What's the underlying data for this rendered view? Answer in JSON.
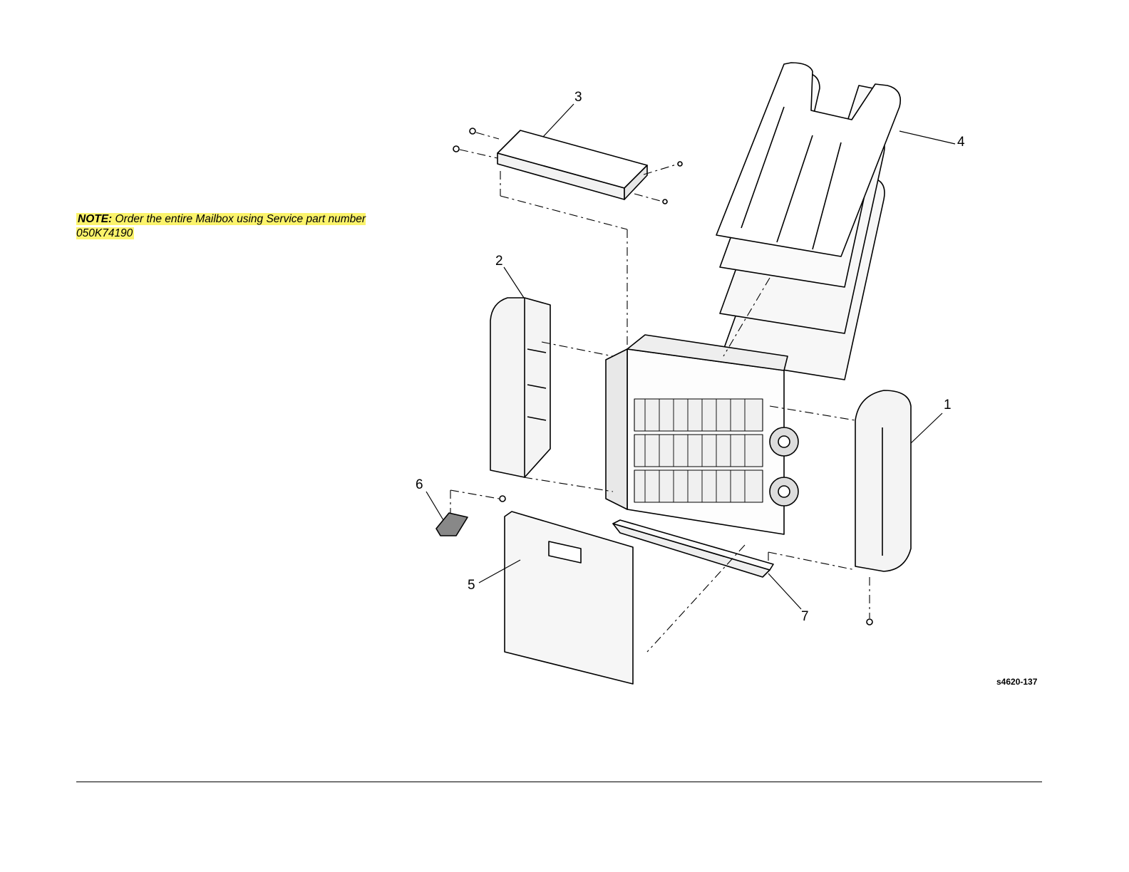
{
  "note": {
    "label": "NOTE:",
    "text": "Order the entire Mailbox using Service part number 050K74190"
  },
  "figure": {
    "reference": "s4620-137",
    "callouts": [
      {
        "label": "1"
      },
      {
        "label": "2"
      },
      {
        "label": "3"
      },
      {
        "label": "4"
      },
      {
        "label": "5"
      },
      {
        "label": "6"
      },
      {
        "label": "7"
      }
    ]
  }
}
